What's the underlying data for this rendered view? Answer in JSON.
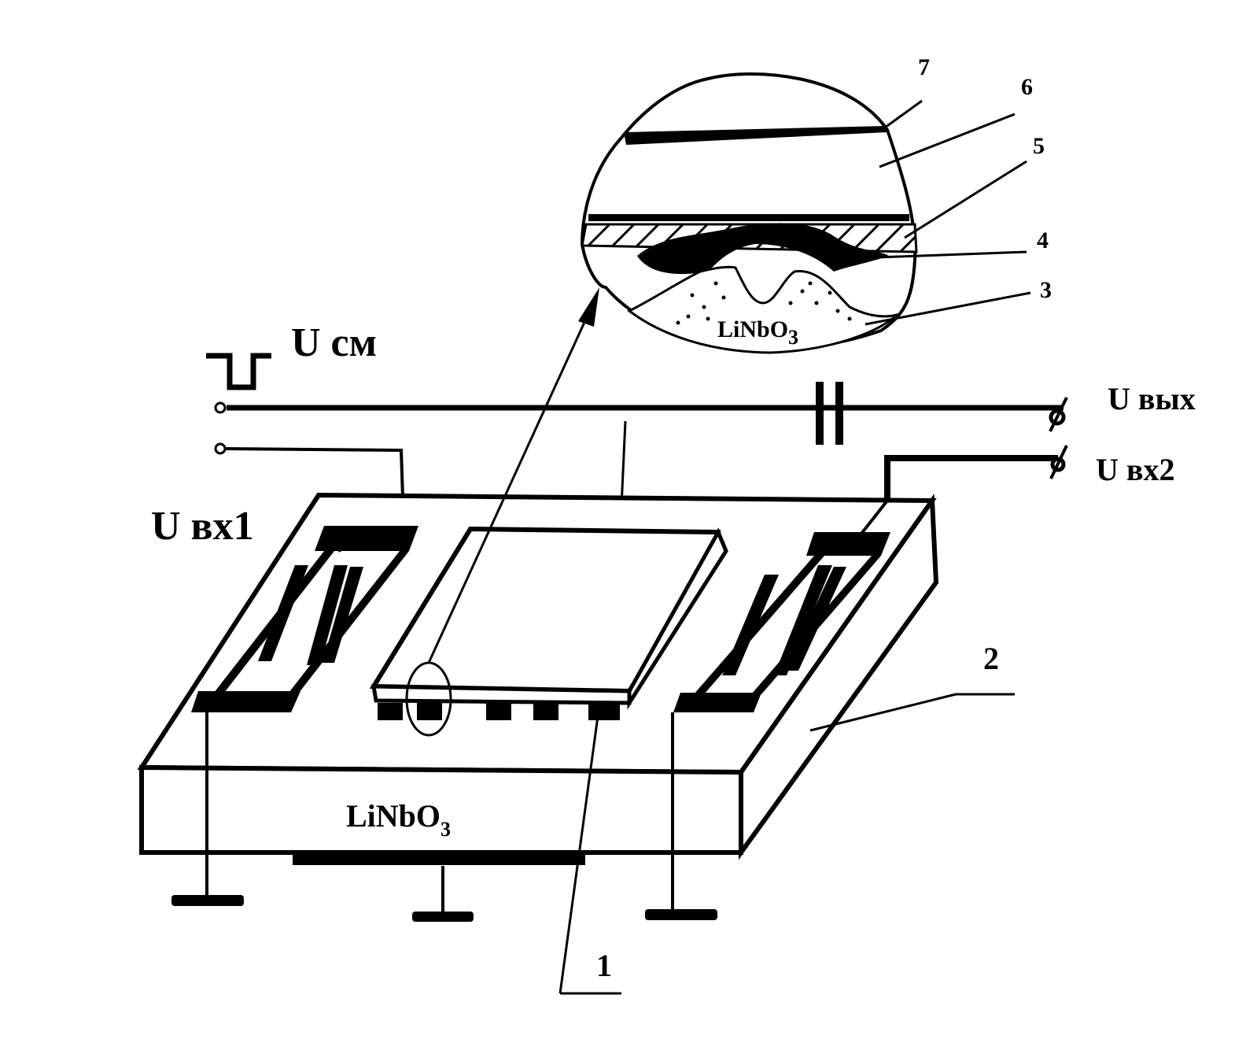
{
  "labels": {
    "u_bias": "U см",
    "u_out": "U вых",
    "u_in2": "U вх2",
    "u_in1": "U вх1",
    "substrate_material": "LiNbO",
    "substrate_subscript": "3",
    "inset_material": "LiNbO",
    "inset_subscript": "3"
  },
  "callouts": {
    "n1": "1",
    "n2": "2",
    "n3": "3",
    "n4": "4",
    "n5": "5",
    "n6": "6",
    "n7": "7"
  },
  "colors": {
    "ink": "#000000",
    "paper": "#ffffff"
  }
}
